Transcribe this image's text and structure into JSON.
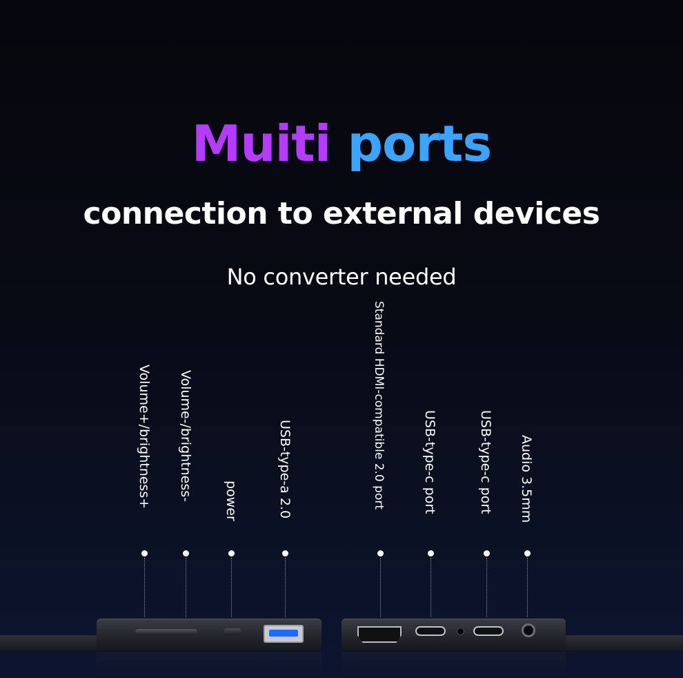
{
  "heading": {
    "word1": "Muiti",
    "word2": "ports",
    "subtitle": "connection to external devices",
    "tagline": "No converter needed"
  },
  "colors": {
    "accent_purple": "#b43bff",
    "accent_blue": "#3aa4ff",
    "usb_a_tongue": "#1e6bff"
  },
  "ports": [
    {
      "label": "Volume+/brightness+"
    },
    {
      "label": "Volume-/brightness-"
    },
    {
      "label": "power"
    },
    {
      "label": "USB-type-a 2.0"
    },
    {
      "label": "Standard HDMI-compatible 2.0 port"
    },
    {
      "label": "USB-type-c port"
    },
    {
      "label": "USB-type-c port"
    },
    {
      "label": "Audio 3.5mm"
    }
  ]
}
